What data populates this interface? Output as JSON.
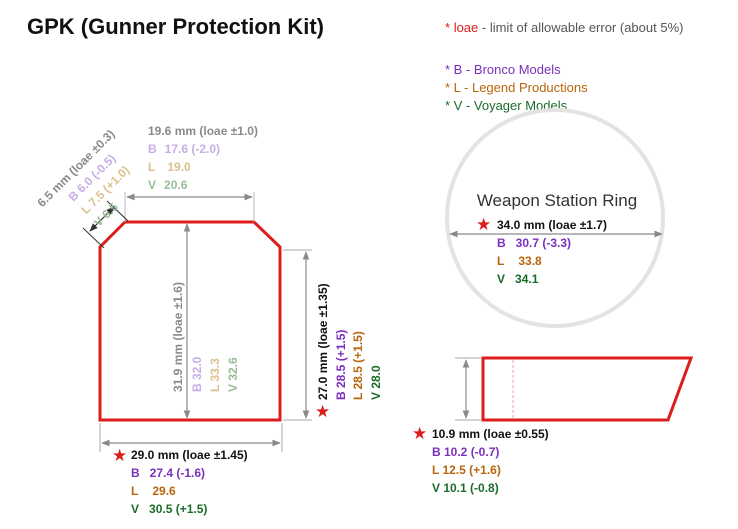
{
  "title": "GPK (Gunner Protection Kit)",
  "legend": {
    "loae_star": "*",
    "loae_term": "loae",
    "loae_desc": "- limit of allowable error (about 5%)",
    "items": [
      {
        "text": "* B - Bronco Models"
      },
      {
        "text": "* L - Legend Productions"
      },
      {
        "text": "* V - Voyager Models"
      }
    ]
  },
  "colors": {
    "outline": "#dd1c1c",
    "bronco": "#7b2fbd",
    "legend_prod": "#b8650c",
    "voyager": "#1b6b2a",
    "faded_bronco": "#c8aee6",
    "faded_legend": "#dcc08f",
    "faded_voyager": "#98bb98",
    "dim_gray": "#8a8a8a"
  },
  "corner": {
    "spec": "6.5 mm (loae ±0.3)",
    "b": "B  6.0 (-0.5)",
    "l": "L  7.5 (+1.0)",
    "v": "V  6.5"
  },
  "top_width": {
    "spec": "19.6 mm (loae ±1.0)",
    "b_letter": "B",
    "b_val": "17.6 (-2.0)",
    "l_letter": "L",
    "l_val": "19.0",
    "v_letter": "V",
    "v_val": "20.6"
  },
  "inner_height": {
    "spec": "31.9 mm (loae ±1.6)",
    "b": "B  32.0",
    "l": "L  33.3",
    "v": "V  32.6"
  },
  "side_height": {
    "spec": "27.0 mm (loae ±1.35)",
    "b": "B  28.5 (+1.5)",
    "l": "L  28.5 (+1.5)",
    "v": "V  28.0"
  },
  "bottom_width": {
    "spec": "29.0 mm (loae ±1.45)",
    "b_letter": "B",
    "b_val": "27.4 (-1.6)",
    "l_letter": "L",
    "l_val": "29.6",
    "v_letter": "V",
    "v_val": "30.5 (+1.5)"
  },
  "ring": {
    "title": "Weapon Station Ring",
    "spec": "34.0 mm (loae ±1.7)",
    "b_letter": "B",
    "b_val": "30.7 (-3.3)",
    "l_letter": "L",
    "l_val": "33.8",
    "v_letter": "V",
    "v_val": "34.1"
  },
  "side_view": {
    "spec": "10.9 mm (loae ±0.55)",
    "b": "B  10.2 (-0.7)",
    "l": "L  12.5 (+1.6)",
    "v": "V  10.1 (-0.8)"
  },
  "star_glyph": "★"
}
